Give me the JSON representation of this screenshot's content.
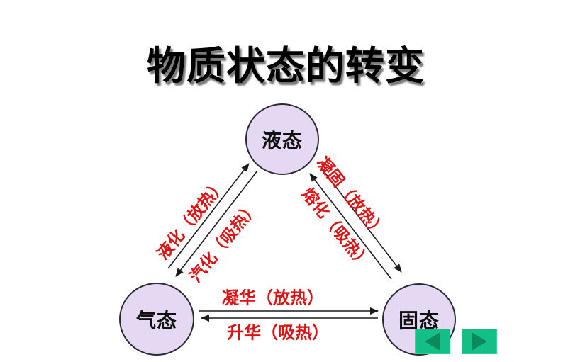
{
  "slide": {
    "title": "物质状态的转变"
  },
  "diagram": {
    "nodes": [
      {
        "id": "liquid",
        "label": "液态"
      },
      {
        "id": "gas",
        "label": "气态"
      },
      {
        "id": "solid",
        "label": "固态"
      }
    ],
    "edges": [
      {
        "from": "gas",
        "to": "liquid",
        "label": "液化（放热）"
      },
      {
        "from": "liquid",
        "to": "gas",
        "label": "汽化（吸热）"
      },
      {
        "from": "liquid",
        "to": "solid",
        "label": "凝固（放热）"
      },
      {
        "from": "solid",
        "to": "liquid",
        "label": "熔化（吸热）"
      },
      {
        "from": "gas",
        "to": "solid",
        "label": "凝华（放热）"
      },
      {
        "from": "solid",
        "to": "gas",
        "label": "升华（吸热）"
      }
    ]
  },
  "nav": {
    "back_icon": "left-triangle",
    "forward_icon": "right-triangle"
  },
  "colors": {
    "background": "#FFFFFF",
    "title_text": "#000000",
    "node_fill": "#E4D8F2",
    "node_border": "#2A2A35",
    "node_text": "#111111",
    "edge_label_red": "#DE1212",
    "arrow": "#1A1A1A",
    "nav_button_fill": "#13BF86",
    "nav_button_triangle": "#0B8A5E"
  }
}
